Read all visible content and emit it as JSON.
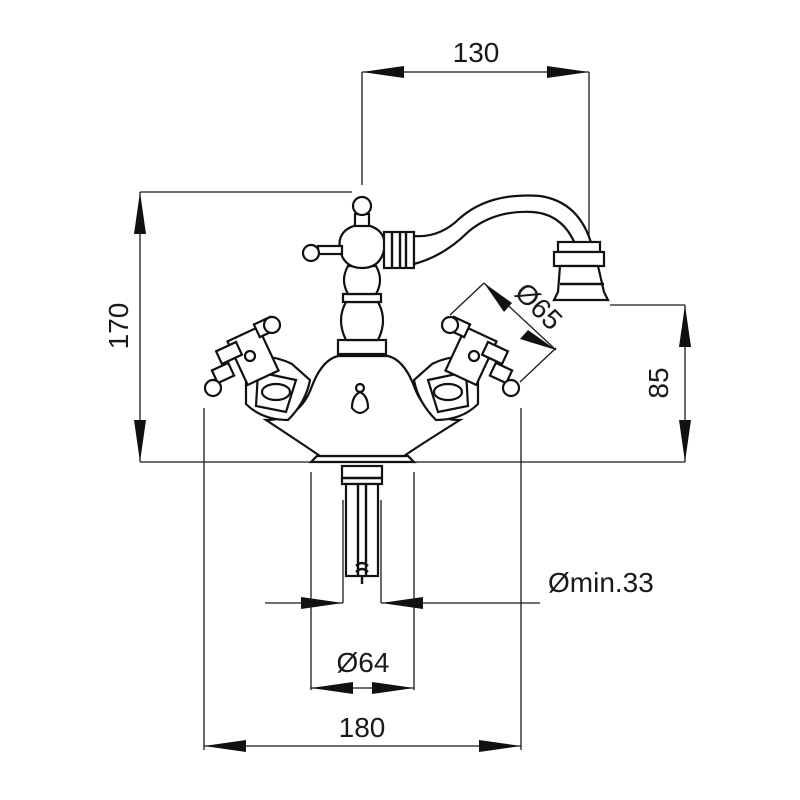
{
  "drawing": {
    "product": "single-hole bidet mixer, cross handles, swivel spout",
    "dimensions": {
      "spout_reach": "130",
      "overall_height": "170",
      "spout_outlet_height": "85",
      "handle_diameter": "Ø65",
      "min_hole_diameter": "Ømin.33",
      "base_diameter": "Ø64",
      "overall_width": "180"
    }
  }
}
